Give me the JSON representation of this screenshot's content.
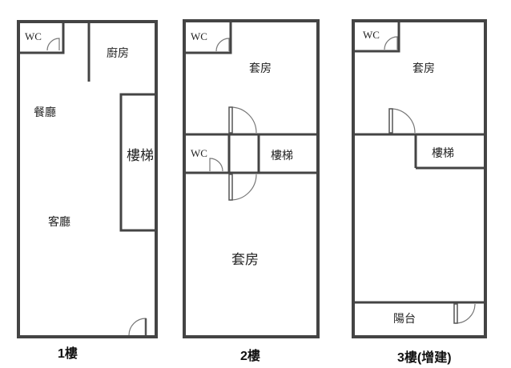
{
  "floors": [
    {
      "label": "1樓",
      "rooms": {
        "wc": "WC",
        "kitchen": "廚房",
        "dining": "餐廳",
        "stairs": "樓梯",
        "living": "客廳"
      }
    },
    {
      "label": "2樓",
      "rooms": {
        "wc_top": "WC",
        "suite_top": "套房",
        "wc_mid": "WC",
        "stairs": "樓梯",
        "suite_bottom": "套房"
      }
    },
    {
      "label": "3樓(增建)",
      "rooms": {
        "wc": "WC",
        "suite": "套房",
        "stairs": "樓梯",
        "balcony": "陽台"
      }
    }
  ]
}
